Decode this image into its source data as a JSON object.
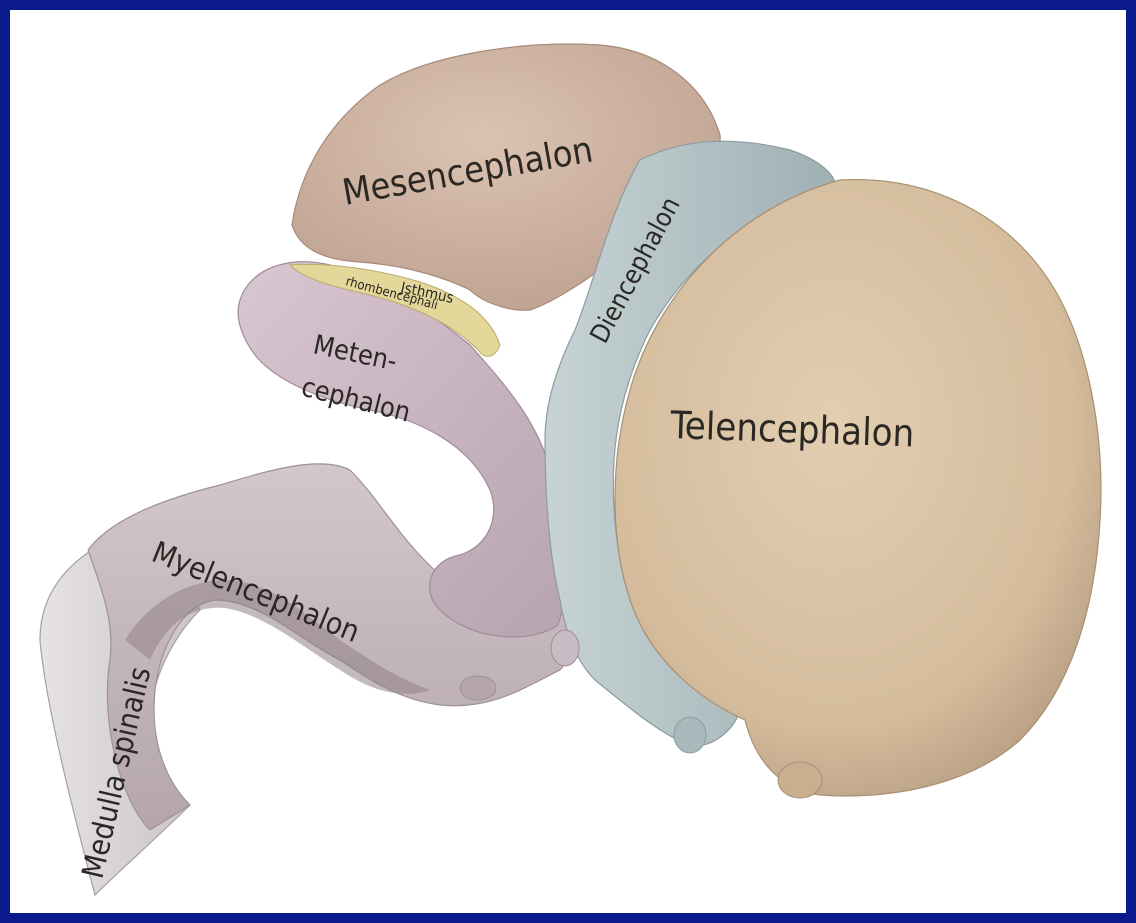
{
  "labels": {
    "mesencephalon": "Mesencephalon",
    "isthmus_line1": "Jsthmus",
    "isthmus_line2": "rhombencephali",
    "metencephalon_line1": "Meten-",
    "metencephalon_line2": "cephalon",
    "diencephalon": "Diencephalon",
    "telencephalon": "Telencephalon",
    "myelencephalon": "Myelencephalon",
    "medulla_spinalis": "Medulla spinalis"
  },
  "colors": {
    "frame": "#0b1a8c",
    "background": "#ffffff",
    "mesencephalon": "#d2b7a5",
    "isthmus": "#e3d79a",
    "metencephalon": "#cbb8c4",
    "diencephalon": "#b6c4c6",
    "telencephalon": "#d9c2a4",
    "myelencephalon": "#c9bcc0",
    "medulla_spinalis": "#dcd8da",
    "label_text": "#2b2824"
  }
}
